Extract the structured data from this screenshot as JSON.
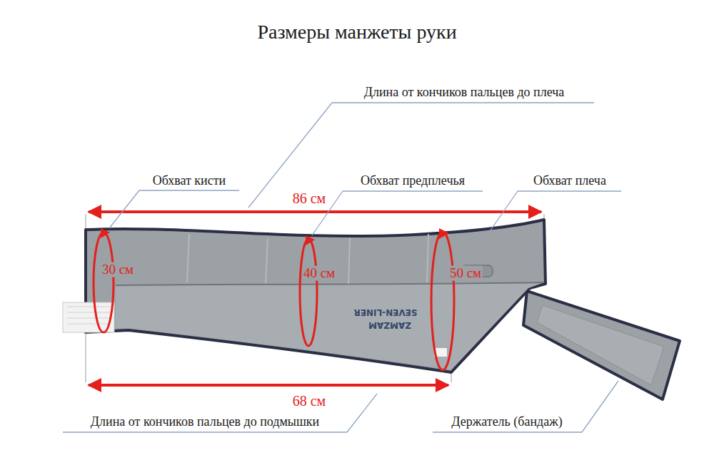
{
  "diagram": {
    "title": "Размеры манжеты руки",
    "labels": [
      "Длина от кончиков пальцев до плеча",
      "Обхват кисти",
      "Обхват предплечья",
      "Обхват плеча",
      "86 см",
      "30 см",
      "40 см",
      "50 см",
      "SEVEN-LINER",
      "ZAMZAM",
      "68 см",
      "Длина от кончиков пальцев до подмышки",
      "Держатель (бандаж)"
    ]
  }
}
